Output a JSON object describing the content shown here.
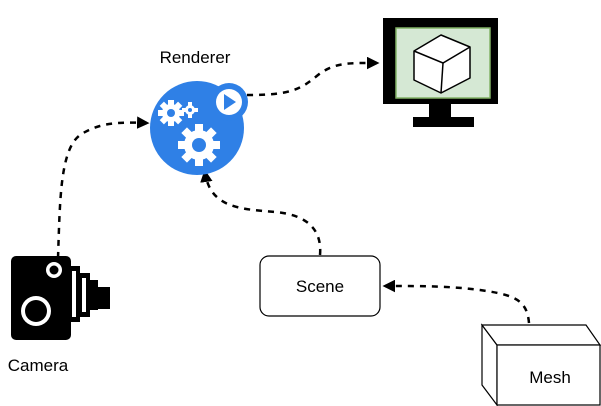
{
  "nodes": {
    "renderer": {
      "label": "Renderer",
      "icon": "gears-play-icon",
      "color": "#2f80e6"
    },
    "display": {
      "icon": "monitor-cube-icon",
      "screen_color": "#d5e8d4",
      "screen_border": "#82b366"
    },
    "camera": {
      "label": "Camera",
      "icon": "camera-icon"
    },
    "scene": {
      "label": "Scene"
    },
    "mesh": {
      "label": "Mesh",
      "face_color": "#f2f2f2"
    }
  },
  "edges": [
    {
      "from": "camera",
      "to": "renderer"
    },
    {
      "from": "renderer",
      "to": "display"
    },
    {
      "from": "scene",
      "to": "renderer"
    },
    {
      "from": "mesh",
      "to": "scene"
    }
  ]
}
